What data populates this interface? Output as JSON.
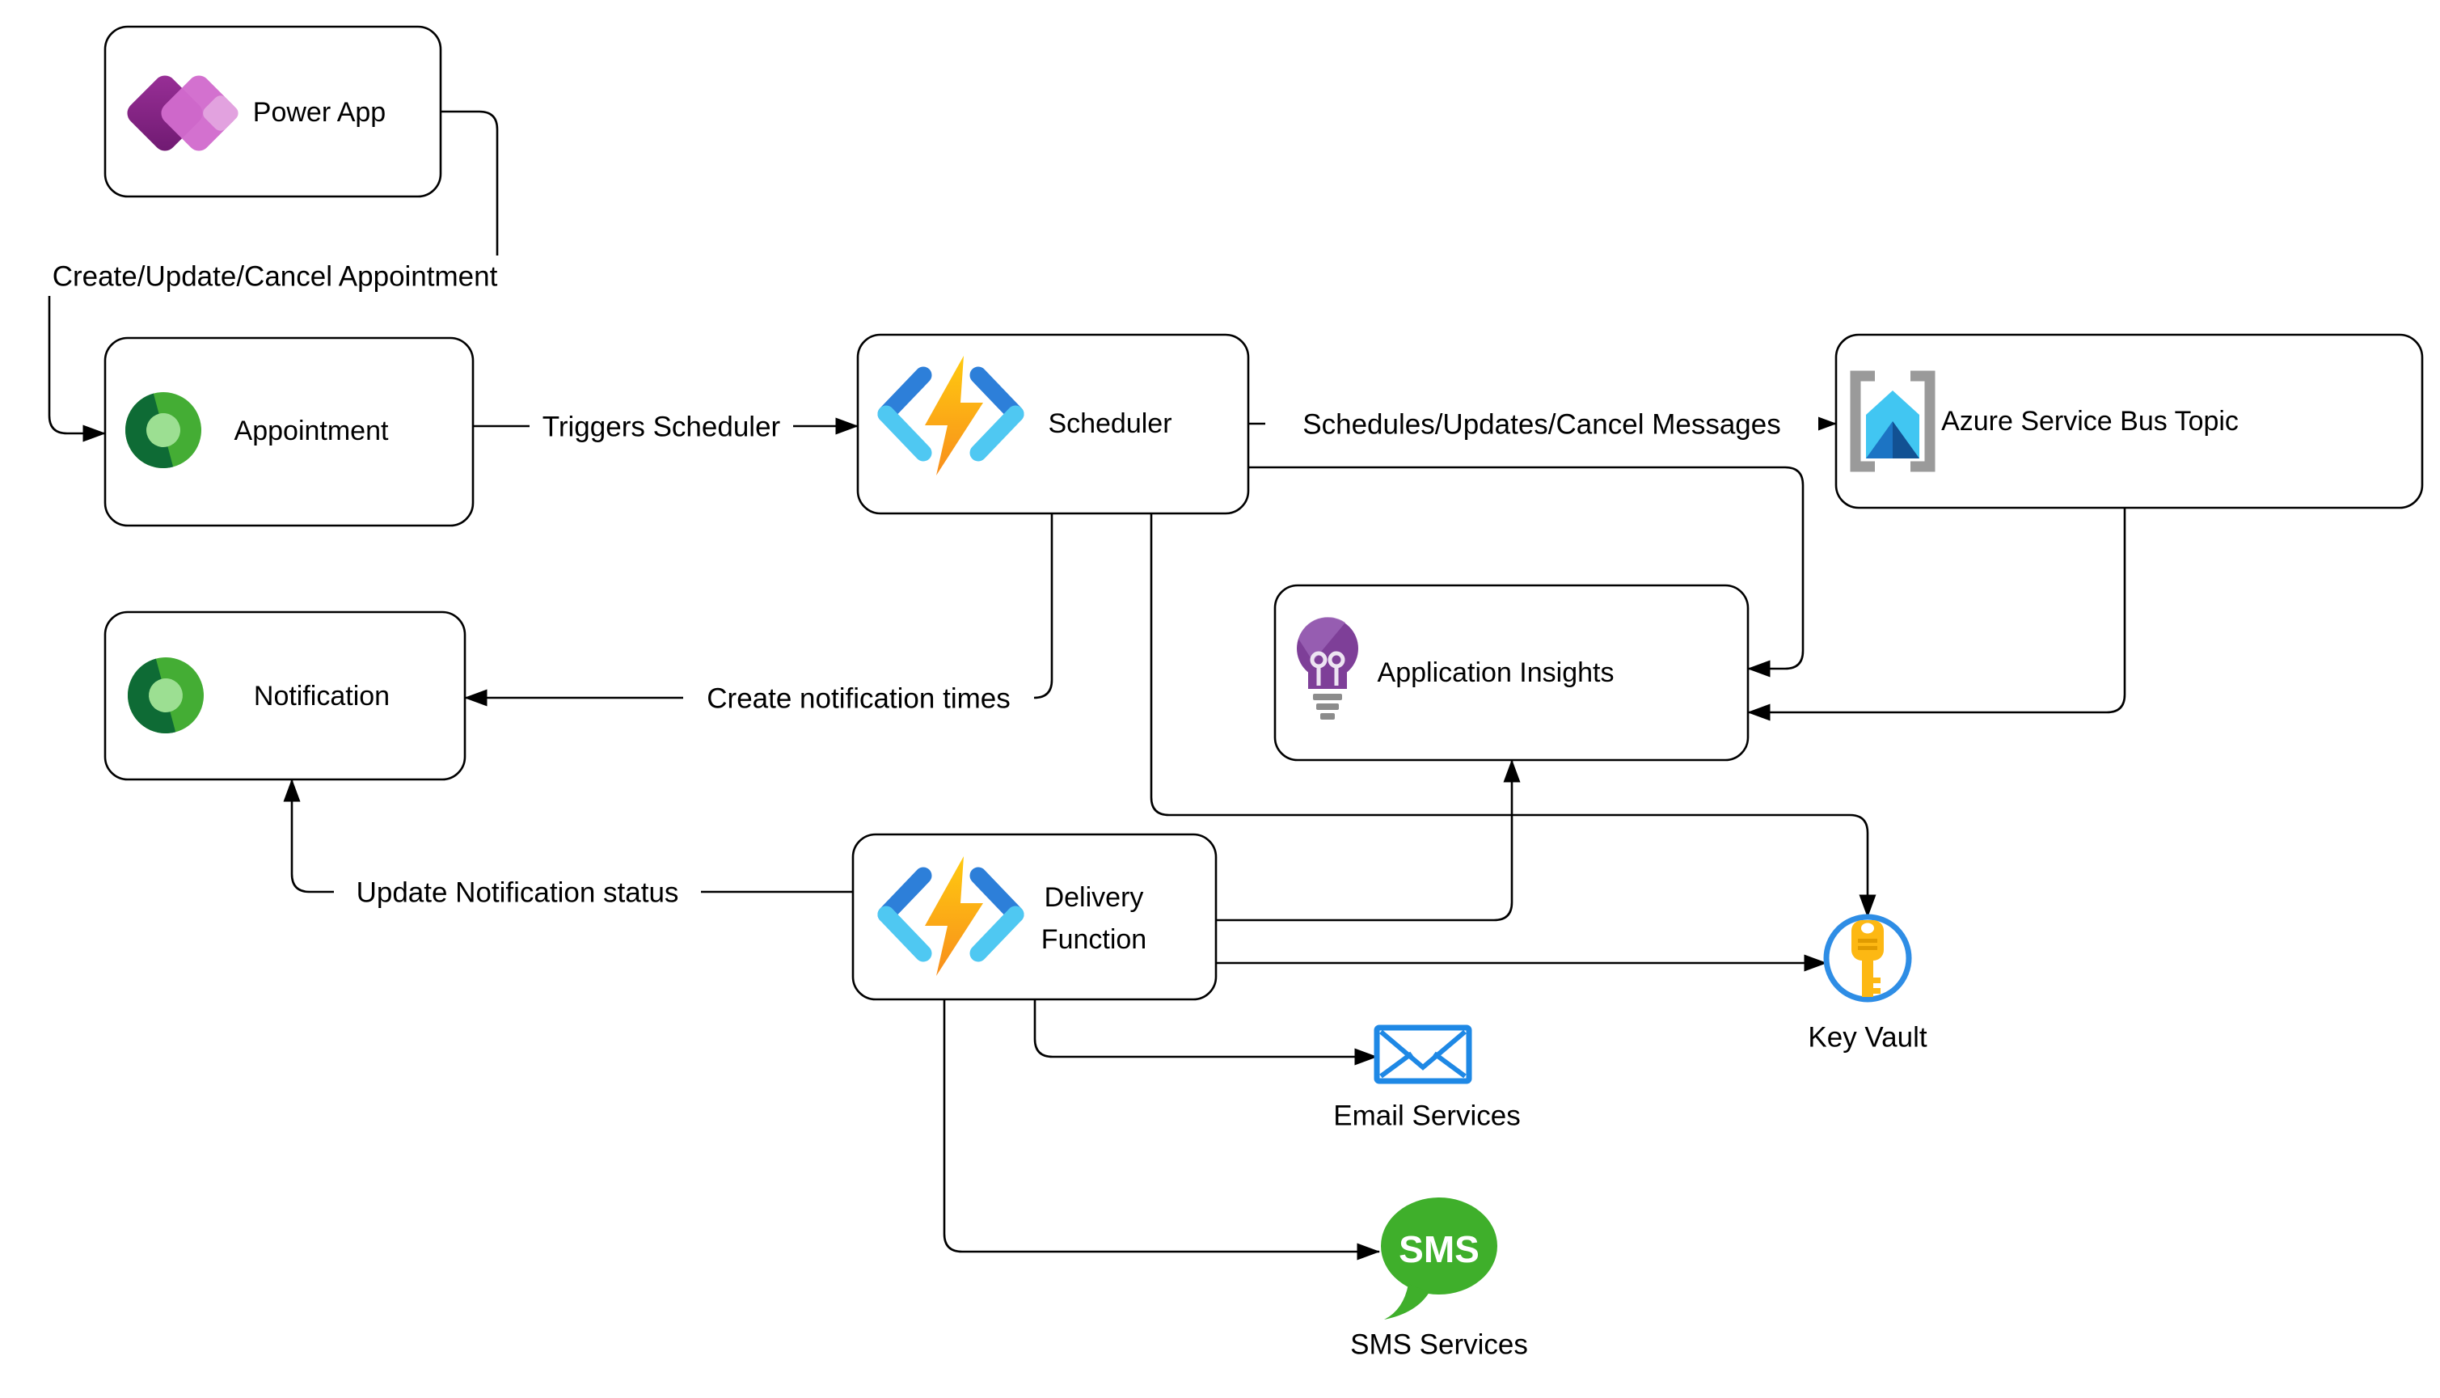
{
  "nodes": {
    "power_app": {
      "label": "Power App"
    },
    "appointment": {
      "label": "Appointment"
    },
    "scheduler": {
      "label": "Scheduler"
    },
    "service_bus": {
      "label": "Azure Service Bus Topic"
    },
    "notification": {
      "label": "Notification"
    },
    "app_insights": {
      "label": "Application Insights"
    },
    "delivery_function": {
      "label_line1": "Delivery",
      "label_line2": "Function"
    },
    "key_vault": {
      "label": "Key Vault"
    },
    "email_services": {
      "label": "Email Services"
    },
    "sms_services": {
      "label": "SMS Services",
      "bubble_text": "SMS"
    }
  },
  "edges": [
    {
      "from": "power-app",
      "to": "appointment",
      "label": "Create/Update/Cancel Appointment"
    },
    {
      "from": "appointment",
      "to": "scheduler",
      "label": "Triggers Scheduler"
    },
    {
      "from": "scheduler",
      "to": "azure-service-bus-topic",
      "label": "Schedules/Updates/Cancel Messages"
    },
    {
      "from": "scheduler",
      "to": "notification",
      "label": "Create notification times"
    },
    {
      "from": "scheduler",
      "to": "application-insights",
      "label": ""
    },
    {
      "from": "scheduler",
      "to": "key-vault",
      "label": ""
    },
    {
      "from": "azure-service-bus-topic",
      "to": "application-insights",
      "label": ""
    },
    {
      "from": "delivery-function",
      "to": "notification",
      "label": "Update Notification status"
    },
    {
      "from": "delivery-function",
      "to": "application-insights",
      "label": ""
    },
    {
      "from": "delivery-function",
      "to": "key-vault",
      "label": ""
    },
    {
      "from": "delivery-function",
      "to": "email-services",
      "label": ""
    },
    {
      "from": "delivery-function",
      "to": "sms-services",
      "label": ""
    }
  ],
  "colors": {
    "power_apps_purple_dark": "#8A2B8F",
    "power_apps_pink": "#D16BCD",
    "power_apps_pink_light": "#E2A2DF",
    "dataverse_green_dark": "#0E6B35",
    "dataverse_green": "#44AD34",
    "dataverse_green_light": "#9CDF92",
    "function_bracket_blue": "#2D7FD9",
    "function_bracket_cyan": "#4FC8F2",
    "function_bolt_top": "#FFCA0F",
    "function_bolt_bottom": "#F88E1D",
    "service_bus_gray": "#9A9A9A",
    "service_bus_cyan": "#41C6F2",
    "service_bus_blue": "#1C74C4",
    "service_bus_blue_dark": "#125193",
    "app_insights_purple": "#7E3F98",
    "key_vault_ring_blue": "#2E8DE5",
    "key_vault_gold": "#FDB813",
    "email_blue": "#1E88E5",
    "sms_green": "#3FAF2B",
    "line_black": "#000000"
  }
}
